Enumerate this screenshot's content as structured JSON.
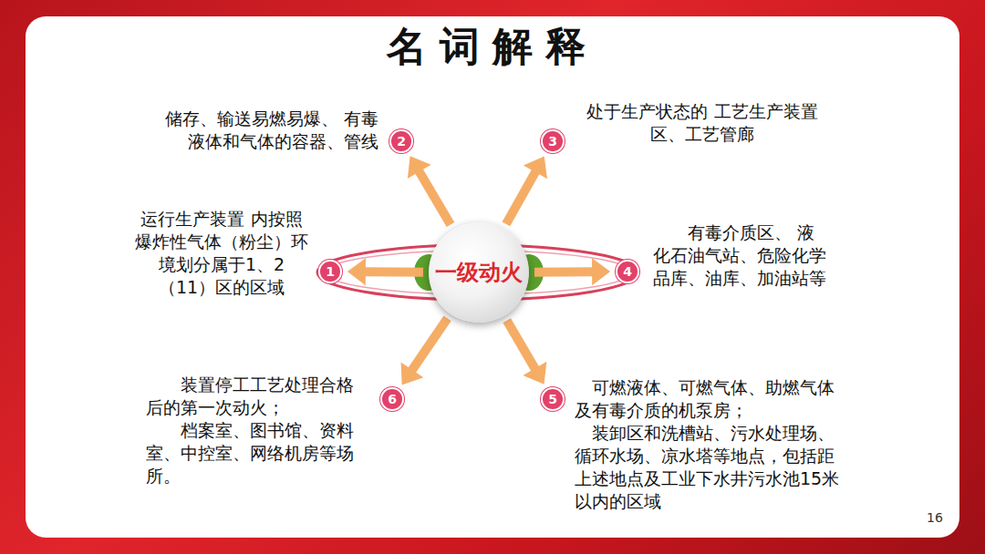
{
  "diagram": {
    "title": "名词解释",
    "nodes": [
      {
        "text": [
          "一级动火"
        ]
      },
      {
        "text": [
          "1"
        ]
      },
      {
        "text": [
          "2"
        ]
      },
      {
        "text": [
          "3"
        ]
      },
      {
        "text": [
          "4"
        ]
      },
      {
        "text": [
          "5"
        ]
      },
      {
        "text": [
          "6"
        ]
      }
    ],
    "edges": [
      {
        "from": 0,
        "to": 1,
        "arrow": "to"
      },
      {
        "from": 0,
        "to": 2,
        "arrow": "to"
      },
      {
        "from": 0,
        "to": 3,
        "arrow": "to"
      },
      {
        "from": 0,
        "to": 4,
        "arrow": "to"
      },
      {
        "from": 0,
        "to": 5,
        "arrow": "to"
      },
      {
        "from": 0,
        "to": 6,
        "arrow": "to"
      }
    ],
    "labels": [
      "运行生产装置 内按照爆炸性气体（粉尘）环境划分属于1、2（11）区的区域",
      "储存、输送易燃易爆、 有毒液体和气体的容器、管线",
      "处于生产状态的 工艺生产装置区、工艺管廊",
      "有毒介质区、 液化石油气站、危险化学品库、油库、加油站等",
      "可燃液体、可燃气体、助燃气体及有毒介质的机泵房；",
      "装卸区和洗槽站、污水处理场、循环水场、凉水塔等地点，包括距上述地点及工业下水井污水池15米以内的区域",
      "装置停工工艺处理合格后的第一次动火；",
      "档案室、图书馆、资料室、中控室、网络机房等场所。",
      "16"
    ]
  }
}
